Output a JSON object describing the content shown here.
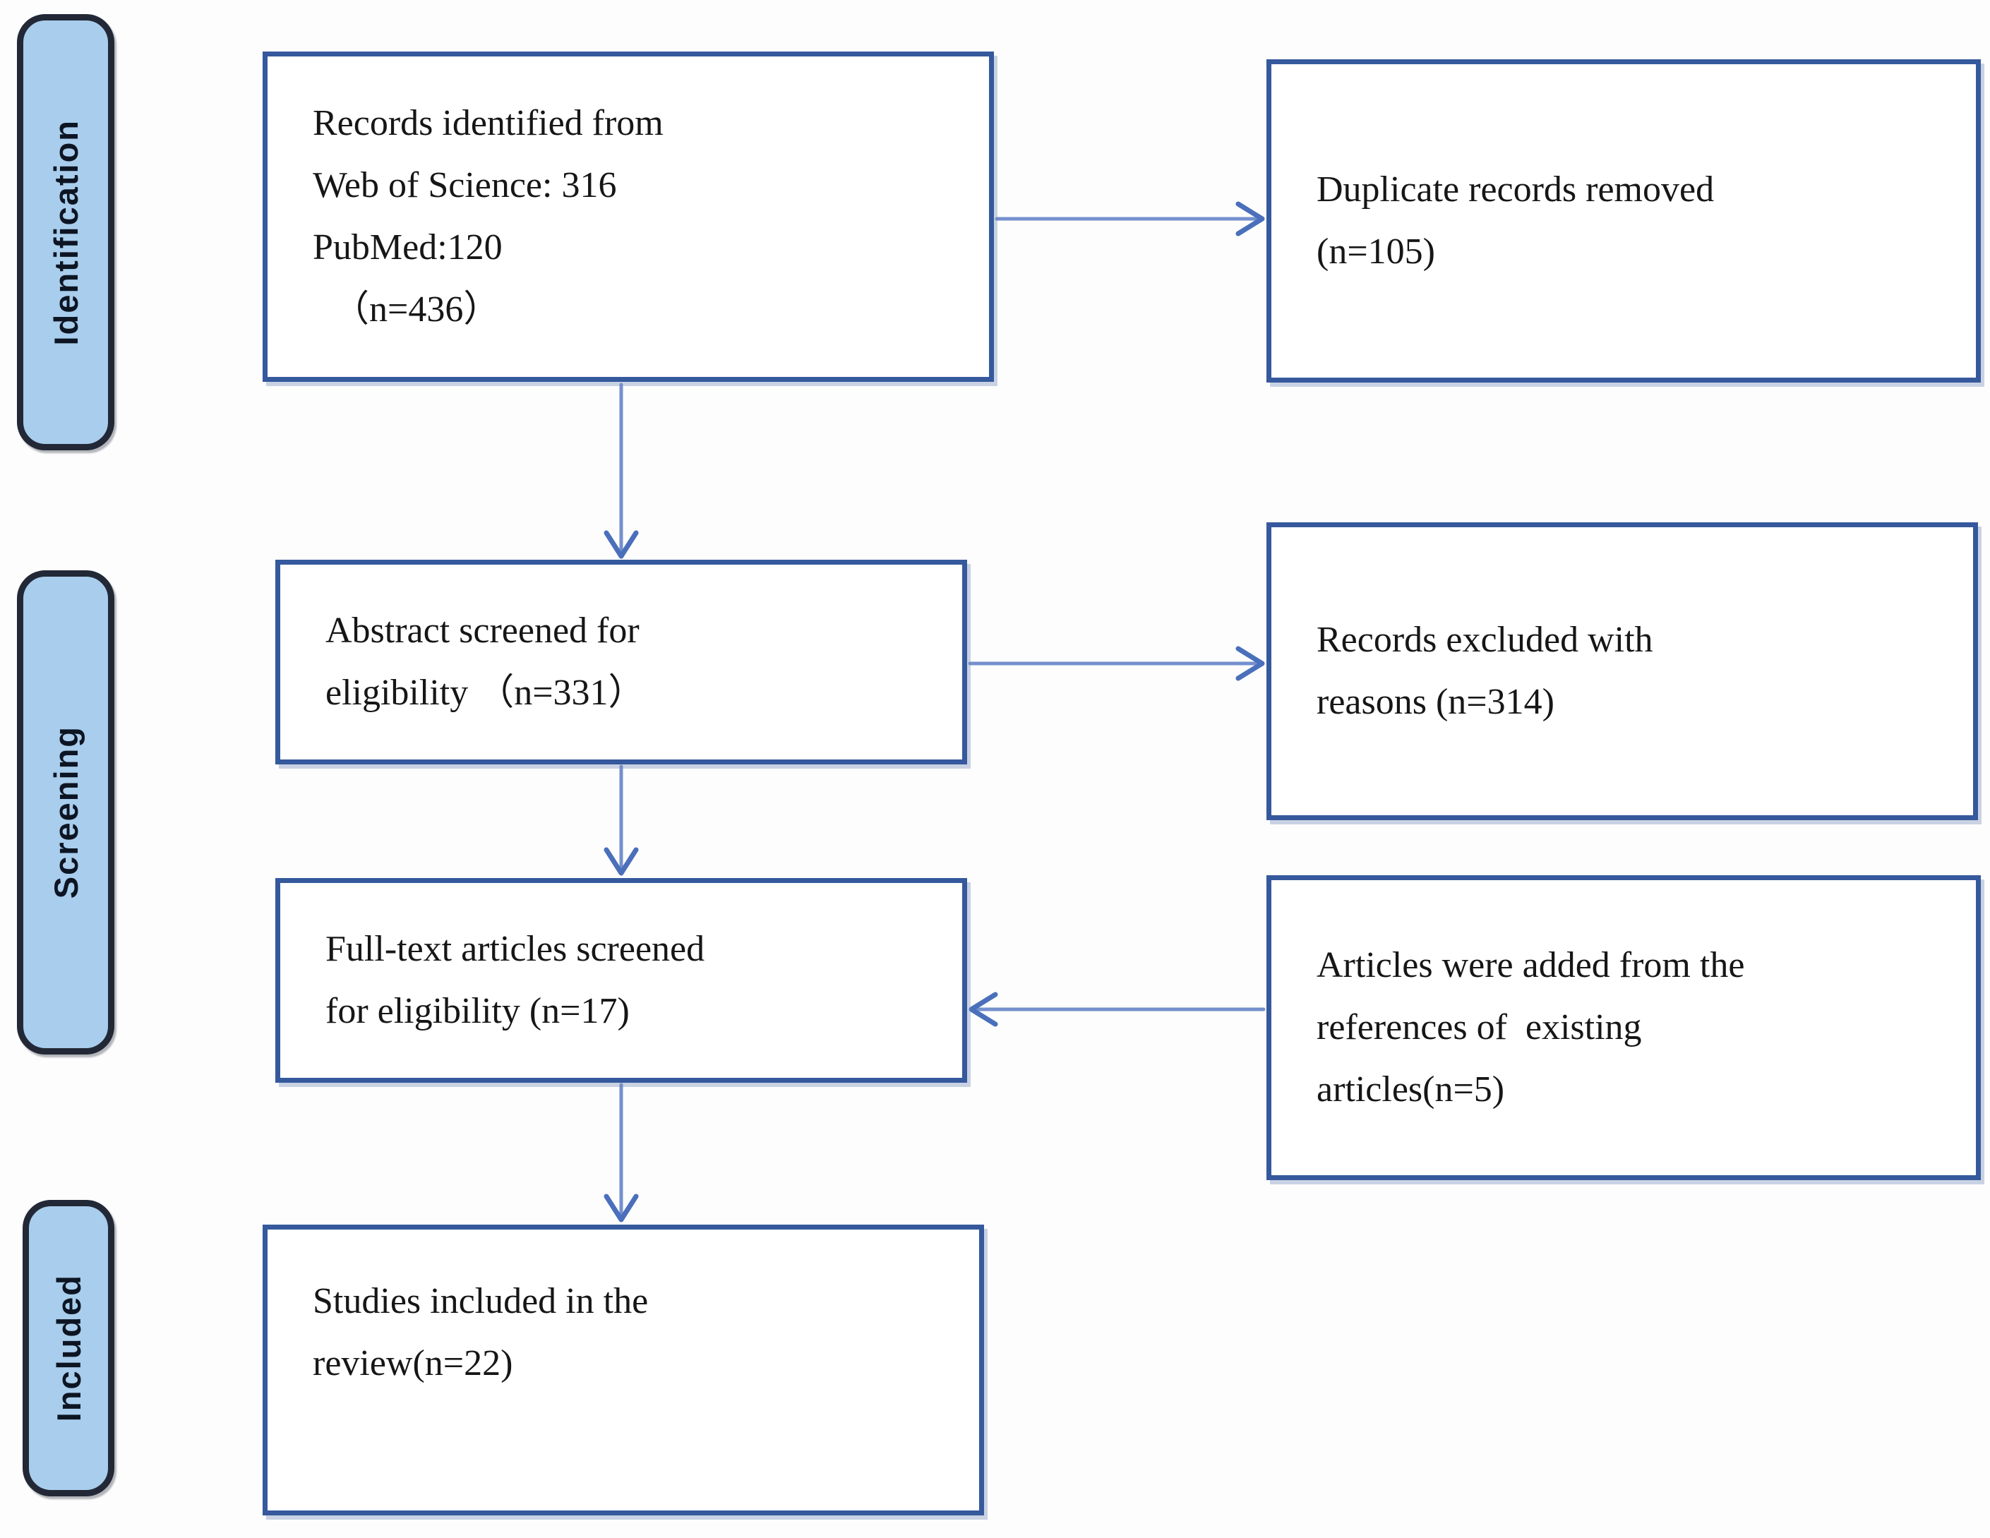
{
  "figure": {
    "title": "PRISMA literature selection flow diagram",
    "background_color": "#fdfdfd",
    "colors": {
      "box_border": "#35599c",
      "box_fill": "#ffffff",
      "box_text": "#161616",
      "arrow_shaft": "#7490cd",
      "arrow_head": "#4a6fbb",
      "stage_fill": "#a9cdec",
      "stage_border": "#222836",
      "stage_text": "#0d1523"
    },
    "stages": [
      {
        "id": "identification",
        "label": "Identification"
      },
      {
        "id": "screening",
        "label": "Screening"
      },
      {
        "id": "included",
        "label": "Included"
      }
    ],
    "boxes": {
      "records_identified": {
        "lines": [
          "Records identified from",
          "Web of Science: 316",
          "PubMed:120",
          "（n=436）"
        ]
      },
      "duplicates_removed": {
        "lines": [
          "Duplicate records removed",
          "(n=105)"
        ]
      },
      "abstract_screened": {
        "lines": [
          "Abstract screened for",
          "eligibility （n=331）"
        ]
      },
      "records_excluded": {
        "lines": [
          "Records excluded with",
          "reasons (n=314)"
        ]
      },
      "fulltext_screened": {
        "lines": [
          "Full-text articles screened",
          "for eligibility (n=17)"
        ]
      },
      "articles_added": {
        "lines": [
          "Articles were added from the",
          "references of  existing",
          "articles(n=5)"
        ]
      },
      "studies_included": {
        "lines": [
          "Studies included in the",
          "review(n=22)"
        ]
      }
    },
    "edges": [
      {
        "from": "records_identified",
        "to": "duplicates_removed",
        "direction": "right"
      },
      {
        "from": "records_identified",
        "to": "abstract_screened",
        "direction": "down"
      },
      {
        "from": "abstract_screened",
        "to": "records_excluded",
        "direction": "right"
      },
      {
        "from": "abstract_screened",
        "to": "fulltext_screened",
        "direction": "down"
      },
      {
        "from": "articles_added",
        "to": "fulltext_screened",
        "direction": "left"
      },
      {
        "from": "fulltext_screened",
        "to": "studies_included",
        "direction": "down"
      }
    ]
  }
}
